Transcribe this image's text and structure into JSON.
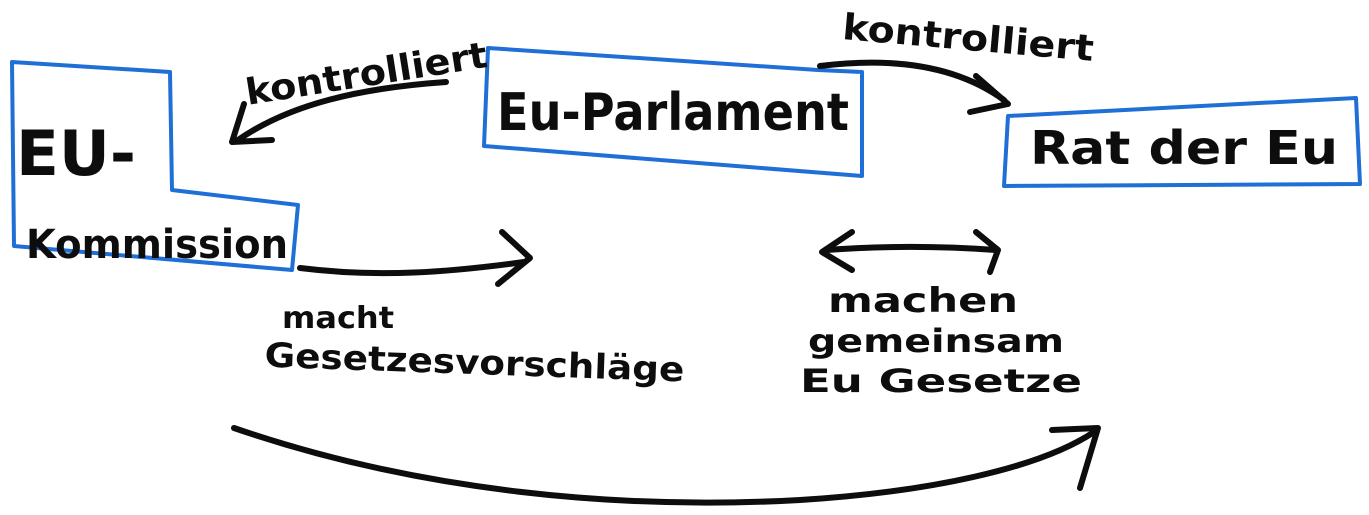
{
  "nodes": {
    "commission": {
      "line1": "EU-",
      "line2": "Kommission"
    },
    "parliament": {
      "label": "Eu-Parlament"
    },
    "council": {
      "label": "Rat der Eu"
    }
  },
  "edges": {
    "parliament_to_commission": {
      "label": "kontrolliert"
    },
    "parliament_to_council": {
      "label": "kontrolliert"
    },
    "commission_proposals": {
      "line1": "macht",
      "line2": "Gesetzesvorschläge"
    },
    "joint_laws": {
      "line1": "machen",
      "line2": "gemeinsam",
      "line3": "Eu Gesetze"
    }
  },
  "colors": {
    "box_border": "#1f6fd6",
    "ink": "#0d0d0d"
  }
}
